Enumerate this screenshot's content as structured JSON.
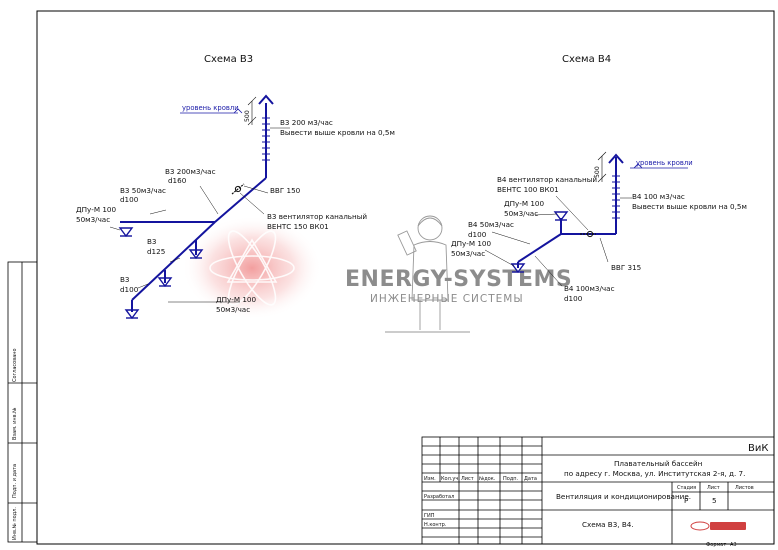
{
  "drawing": {
    "schemes": [
      {
        "title": "Схема В3",
        "roof_level": "уровень кровли",
        "dim": "500",
        "outlet_line1": "В3  200 м3/час",
        "outlet_line2": "Вывести выше кровли на 0,5м",
        "cable": "ВВГ 150",
        "fan_line1": "В3 вентилятор канальный",
        "fan_line2": "ВЕНТС 150 ВК01",
        "main_line1": "В3 200м3/час",
        "main_line2": "d160",
        "branch_line1": "В3  50м3/час",
        "branch_line2": "d100",
        "valve_a_line1": "ДПу-М 100",
        "valve_a_line2": "50м3/час",
        "seg1_line1": "В3",
        "seg1_line2": "d125",
        "seg2_line1": "В3",
        "seg2_line2": "d100",
        "valve_b_line1": "ДПу-М 100",
        "valve_b_line2": "50м3/час"
      },
      {
        "title": "Схема В4",
        "roof_level": "уровень кровли",
        "dim": "500",
        "outlet_line1": "В4  100 м3/час",
        "outlet_line2": "Вывести выше кровли на 0,5м",
        "fan_line1": "В4 вентилятор канальный",
        "fan_line2": "ВЕНТС 100 ВК01",
        "valve_a_line1": "ДПу-М 100",
        "valve_a_line2": "50м3/час",
        "branch_line1": "В4  50м3/час",
        "branch_line2": "d100",
        "valve_b_line1": "ДПу-М 100",
        "valve_b_line2": "50м3/час",
        "cable": "ВВГ 315",
        "main_line1": "В4  100м3/час",
        "main_line2": "d100"
      }
    ]
  },
  "watermark": {
    "name": "ENERGY-SYSTEMS",
    "tagline": "ИНЖЕНЕРНЫЕ СИСТЕМЫ"
  },
  "side_stamp": {
    "agreed": "Согласовано",
    "inv_replace": "Взам. инв.№",
    "sign_date": "Подп. и дата",
    "inv_orig": "Инв.№ подл."
  },
  "title_block": {
    "code": "ВиК",
    "object_line1": "Плавательный бассейн",
    "object_line2": "по адресу г. Москва, ул. Институтская 2-я, д. 7.",
    "col_headers": [
      "Изм.",
      "Кол.уч.",
      "Лист",
      "№док.",
      "Подп.",
      "Дата"
    ],
    "roles": [
      "Разработал",
      "ГИП",
      "Н.контр."
    ],
    "section": "Вентиляция и кондиционирование.",
    "stage_h": "Стадия",
    "sheet_h": "Лист",
    "sheets_h": "Листов",
    "stage": "Р",
    "sheet": "5",
    "sheet_title": "Схема В3, В4.",
    "format_label": "Формат",
    "format": "А3"
  },
  "colors": {
    "duct": "#14149e",
    "annotation": "#1a1aa8",
    "frame": "#000000",
    "watermark": "#8c8c8c",
    "glow": "#e85050"
  }
}
